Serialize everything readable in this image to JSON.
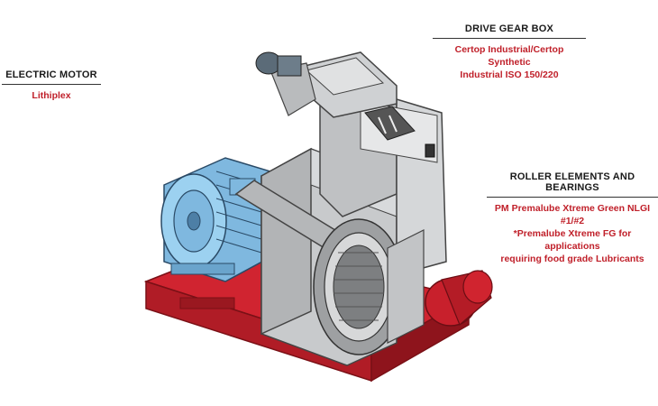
{
  "callouts": {
    "motor": {
      "heading": "ELECTRIC MOTOR",
      "product": "Lithiplex"
    },
    "gearbox": {
      "heading": "DRIVE GEAR BOX",
      "product_line1": "Certop Industrial/Certop Synthetic",
      "product_line2": "Industrial ISO 150/220"
    },
    "roller": {
      "heading": "ROLLER ELEMENTS AND BEARINGS",
      "product_line1": "PM Premalube Xtreme Green NLGI",
      "product_line2": "#1/#2",
      "note_line1": "*Premalube Xtreme FG for applications",
      "note_line2": "requiring food grade Lubricants"
    }
  },
  "colors": {
    "heading": "#1a1a1a",
    "product": "#c0202a",
    "base": "#c8202c",
    "motor": "#8ec8ec",
    "steel": "#c4c6c8"
  },
  "icons": [
    "pellet-mill-illustration",
    "electric-motor-icon",
    "gear-box-icon",
    "die-roller-icon",
    "base-frame-icon"
  ]
}
